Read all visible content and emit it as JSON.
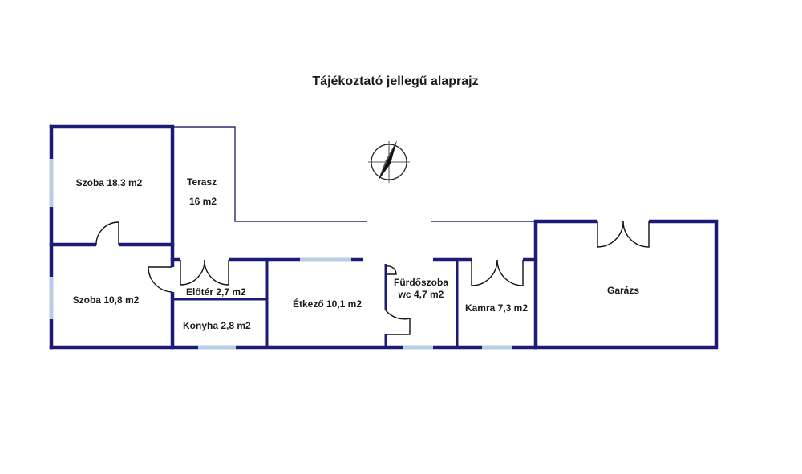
{
  "title": "Tájékoztató jellegű alaprajz",
  "rooms": {
    "szoba1": "Szoba 18,3 m2",
    "terasz_name": "Terasz",
    "terasz_area": "16 m2",
    "szoba2": "Szoba 10,8 m2",
    "eloter": "Előtér 2,7 m2",
    "konyha": "Konyha 2,8 m2",
    "etkezo": "Étkező 10,1 m2",
    "furdo_name": "Fürdőszoba",
    "furdo_area": "wc 4,7 m2",
    "kamra": "Kamra 7,3 m2",
    "garazs": "Garázs"
  },
  "colors": {
    "wall": "#1c1c78",
    "window": "#b8cde6",
    "text": "#1a1a1a"
  },
  "icons": {
    "compass": "north-arrow-icon"
  }
}
